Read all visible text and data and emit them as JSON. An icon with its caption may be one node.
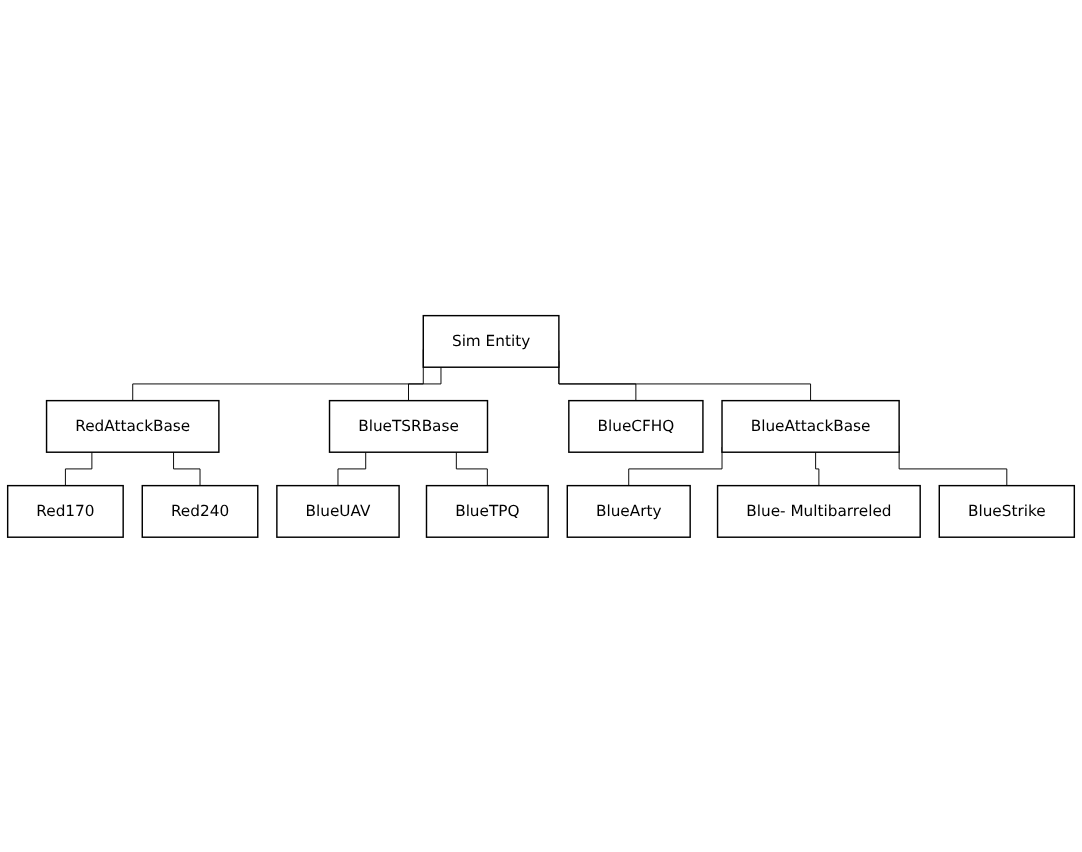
{
  "diagram": {
    "nodes": [
      {
        "text": [
          "Sim Entity"
        ]
      },
      {
        "text": [
          "RedAttackBase"
        ]
      },
      {
        "text": [
          "BlueTSRBase"
        ]
      },
      {
        "text": [
          "BlueCFHQ"
        ]
      },
      {
        "text": [
          "BlueAttackBase"
        ]
      },
      {
        "text": [
          "Red170"
        ]
      },
      {
        "text": [
          "Red240"
        ]
      },
      {
        "text": [
          "BlueUAV"
        ]
      },
      {
        "text": [
          "BlueTPQ"
        ]
      },
      {
        "text": [
          "BlueArty"
        ]
      },
      {
        "text": [
          "Blue- Multibarreled"
        ]
      },
      {
        "text": [
          "BlueStrike"
        ]
      }
    ],
    "edges": [
      {
        "from": 0,
        "to": 1,
        "arrow": "none"
      },
      {
        "from": 0,
        "to": 2,
        "arrow": "none"
      },
      {
        "from": 0,
        "to": 3,
        "arrow": "none"
      },
      {
        "from": 0,
        "to": 4,
        "arrow": "none"
      },
      {
        "from": 1,
        "to": 5,
        "arrow": "none"
      },
      {
        "from": 1,
        "to": 6,
        "arrow": "none"
      },
      {
        "from": 2,
        "to": 7,
        "arrow": "none"
      },
      {
        "from": 2,
        "to": 8,
        "arrow": "none"
      },
      {
        "from": 4,
        "to": 9,
        "arrow": "none"
      },
      {
        "from": 4,
        "to": 10,
        "arrow": "none"
      },
      {
        "from": 4,
        "to": 11,
        "arrow": "none"
      }
    ]
  }
}
